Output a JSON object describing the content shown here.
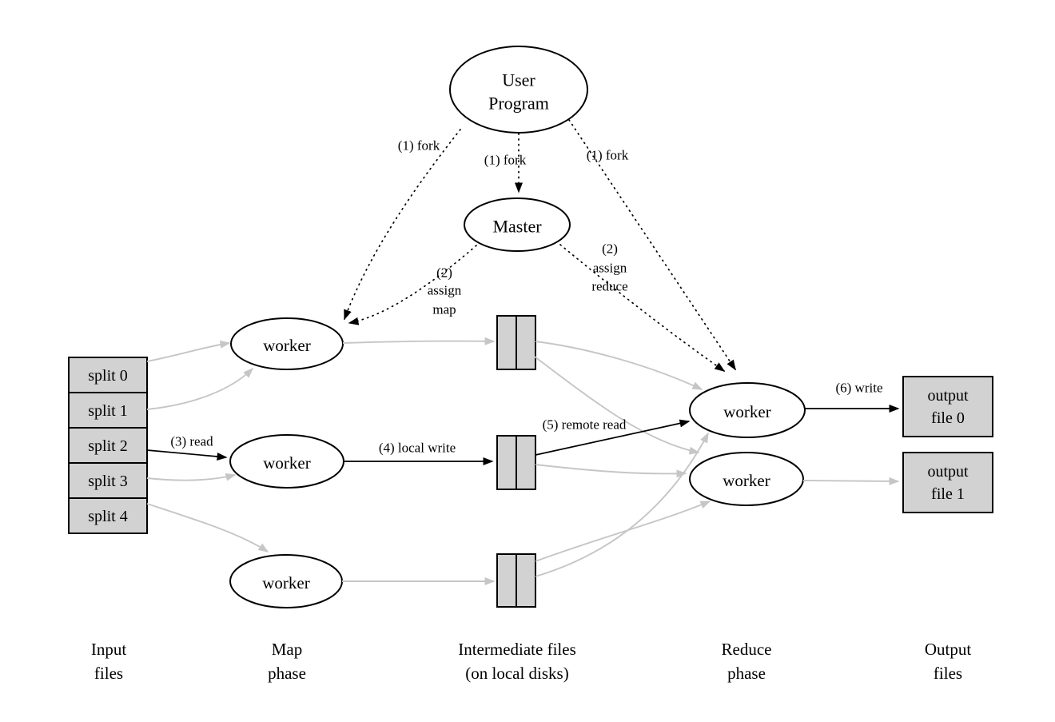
{
  "nodes": {
    "user_program": {
      "line1": "User",
      "line2": "Program"
    },
    "master": "Master",
    "map_workers": [
      "worker",
      "worker",
      "worker"
    ],
    "reduce_workers": [
      "worker",
      "worker"
    ],
    "splits": [
      "split 0",
      "split 1",
      "split 2",
      "split 3",
      "split 4"
    ],
    "output_files": [
      {
        "line1": "output",
        "line2": "file 0"
      },
      {
        "line1": "output",
        "line2": "file 1"
      }
    ]
  },
  "edge_labels": {
    "fork_left": "(1) fork",
    "fork_middle": "(1) fork",
    "fork_right": "(1) fork",
    "assign_map": {
      "line1": "(2)",
      "line2": "assign",
      "line3": "map"
    },
    "assign_reduce": {
      "line1": "(2)",
      "line2": "assign",
      "line3": "reduce"
    },
    "read": "(3) read",
    "local_write": "(4) local write",
    "remote_read": "(5) remote read",
    "write": "(6) write"
  },
  "phase_labels": [
    {
      "line1": "Input",
      "line2": "files"
    },
    {
      "line1": "Map",
      "line2": "phase"
    },
    {
      "line1": "Intermediate files",
      "line2": "(on local disks)"
    },
    {
      "line1": "Reduce",
      "line2": "phase"
    },
    {
      "line1": "Output",
      "line2": "files"
    }
  ],
  "colors": {
    "background": "#ffffff",
    "node_fill": "#ffffff",
    "box_fill": "#d2d2d2",
    "stroke": "#000000",
    "edge_gray": "#c6c6c6"
  }
}
